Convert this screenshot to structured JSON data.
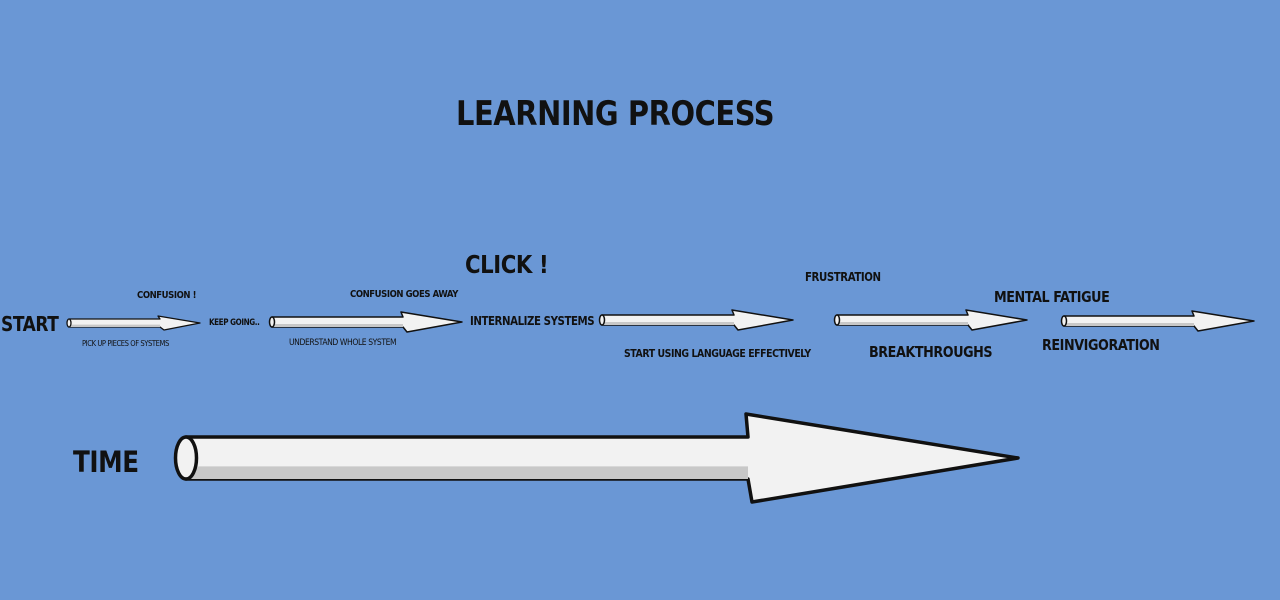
{
  "title": "LEARNING PROCESS",
  "labels": {
    "start": "START",
    "confusion": "CONFUSION !",
    "pick_up": "PICK UP PIECES OF SYSTEMS",
    "keep_going": "KEEP GOING..",
    "confusion_goes_away": "CONFUSION GOES AWAY",
    "understand": "UNDERSTAND WHOLE SYSTEM",
    "click": "CLICK !",
    "internalize": "INTERNALIZE SYSTEMS",
    "start_using": "START USING LANGUAGE EFFECTIVELY",
    "frustration": "FRUSTRATION",
    "breakthroughs": "BREAKTHROUGHS",
    "mental_fatigue": "MENTAL FATIGUE",
    "reinvigoration": "REINVIGORATION",
    "time": "TIME"
  },
  "colors": {
    "background": "#6a97d5",
    "arrow_fill": "#f2f2f2",
    "arrow_shade": "#c8c8c8",
    "ink": "#111111"
  }
}
